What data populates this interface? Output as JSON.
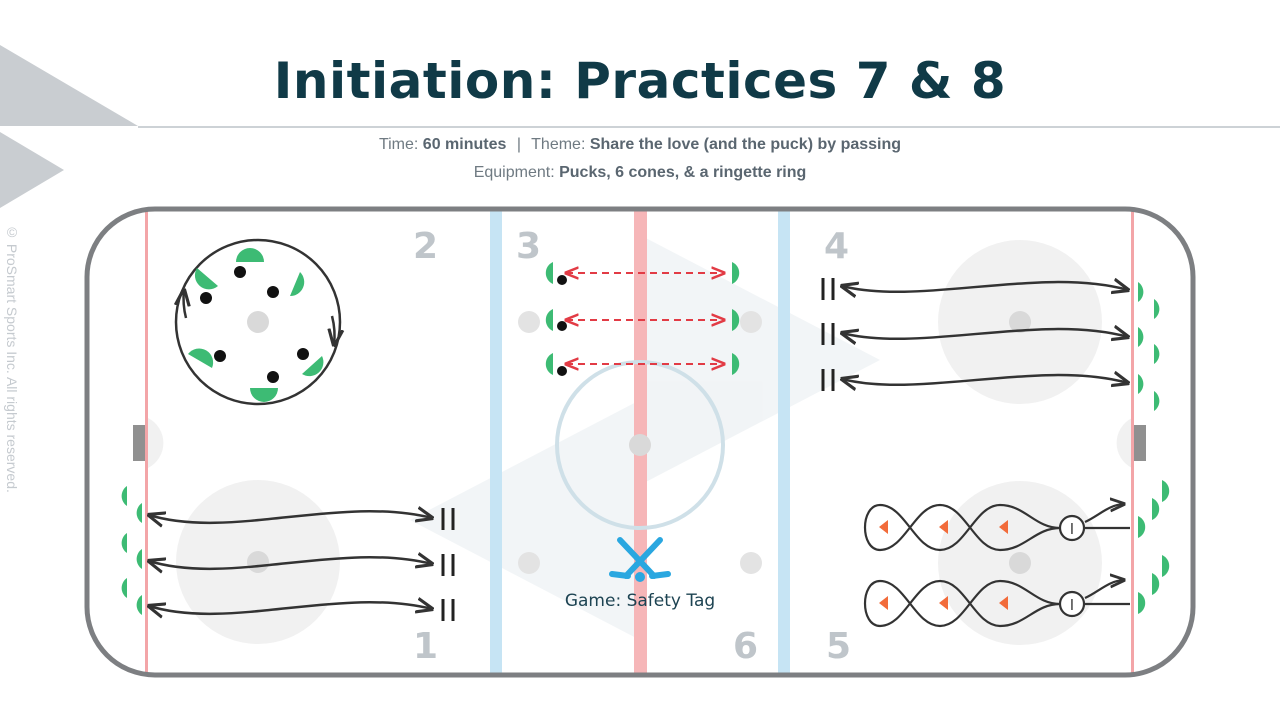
{
  "title": "Initiation: Practices 7 & 8",
  "info": {
    "time_label": "Time:",
    "time_value": "60 minutes",
    "separator": "|",
    "theme_label": "Theme:",
    "theme_value": "Share the love (and the puck) by passing",
    "equipment_label": "Equipment:",
    "equipment_value": "Pucks, 6 cones, & a ringette ring"
  },
  "copyright": "© ProSmart Sports Inc. All rights reserved.",
  "zones": {
    "z1": "1",
    "z2": "2",
    "z3": "3",
    "z4": "4",
    "z5": "5",
    "z6": "6"
  },
  "game_label": "Game: Safety Tag",
  "colors": {
    "title": "#103a47",
    "player_green": "#3dbb74",
    "cone_orange": "#f26b3a",
    "red_line": "#f3a5a8",
    "blue_line": "#c6e4f4",
    "boards": "#7d7f82",
    "sticks": "#2aa7e0"
  }
}
